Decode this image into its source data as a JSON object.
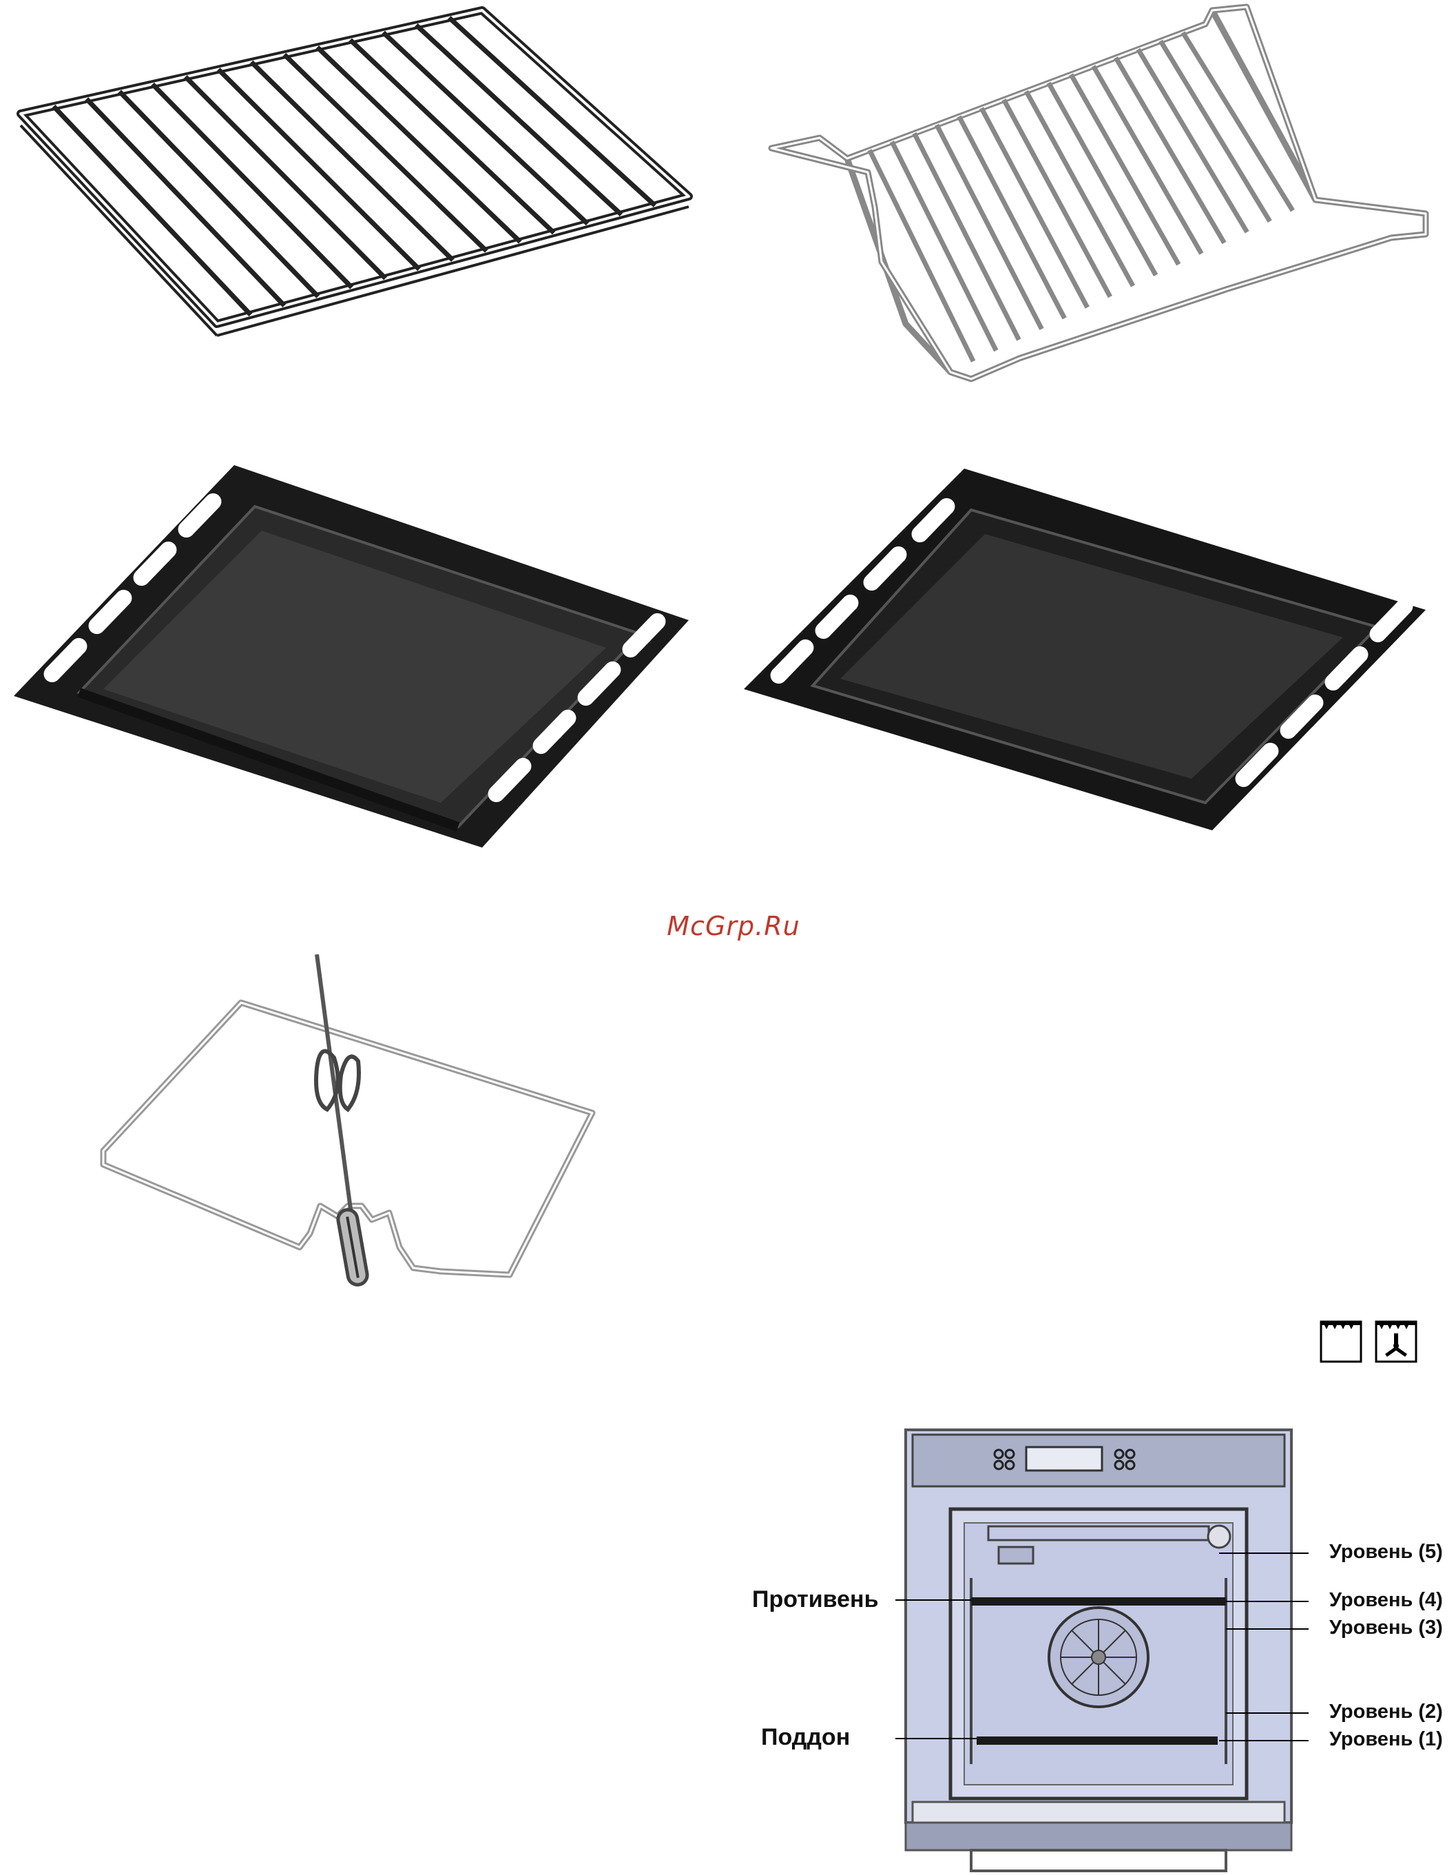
{
  "watermark": "McGrp.Ru",
  "icons": [
    "top-heat-icon",
    "fan-heat-icon"
  ],
  "figures": [
    "wire-rack",
    "wire-rack-with-feet",
    "baking-tray",
    "deep-tray",
    "rotisserie"
  ],
  "oven_diagram": {
    "left_labels": {
      "tray": "Противень",
      "drip_pan": "Поддон"
    },
    "levels": [
      "Уровень (5)",
      "Уровень (4)",
      "Уровень (3)",
      "Уровень (2)",
      "Уровень (1)"
    ]
  }
}
